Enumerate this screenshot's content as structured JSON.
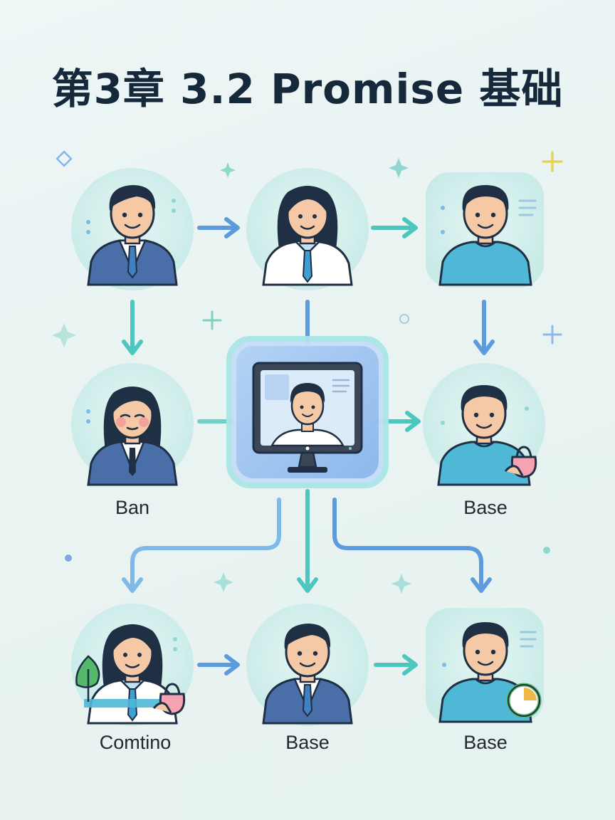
{
  "title": "第3章 3.2 Promise 基础",
  "colors": {
    "background": "#e8f3f2",
    "title": "#15293b",
    "arrow_blue": "#5b9bde",
    "arrow_teal": "#4ec6c0",
    "circle_fill": "#d3eeec",
    "suit": "#4a6fa8",
    "hair": "#1f2f44",
    "skin": "#f6c9a6"
  },
  "nodes": [
    {
      "id": "person-top-left",
      "icon": "businessman-icon",
      "label": ""
    },
    {
      "id": "person-top-center",
      "icon": "businesswoman-icon",
      "label": ""
    },
    {
      "id": "person-top-right",
      "icon": "man-tshirt-icon",
      "label": ""
    },
    {
      "id": "person-mid-left",
      "icon": "woman-blushing-icon",
      "label": "Ban"
    },
    {
      "id": "monitor-center",
      "icon": "monitor-video-call-icon",
      "label": ""
    },
    {
      "id": "person-mid-right",
      "icon": "man-holding-bag-icon",
      "label": "Base"
    },
    {
      "id": "person-bottom-left",
      "icon": "woman-holding-bag-icon",
      "label": "Comtino"
    },
    {
      "id": "person-bottom-center",
      "icon": "businessman-icon",
      "label": "Base"
    },
    {
      "id": "person-bottom-right",
      "icon": "man-with-clock-icon",
      "label": "Base"
    }
  ]
}
